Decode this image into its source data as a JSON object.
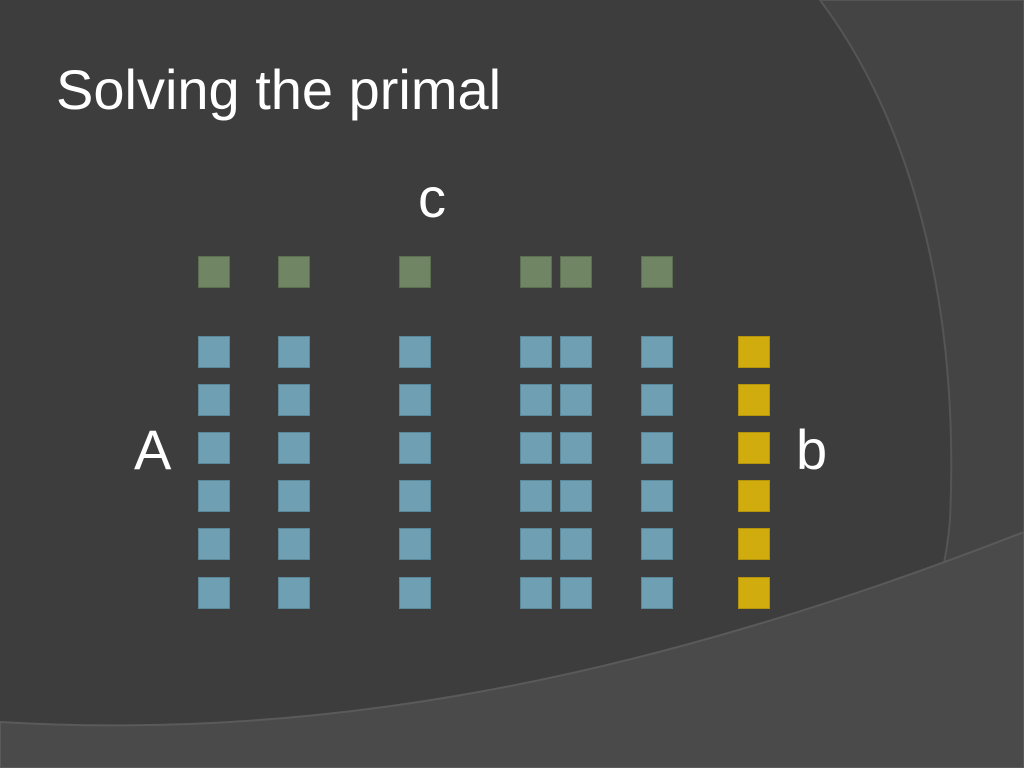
{
  "slide": {
    "title": "Solving the primal",
    "labels": {
      "c": "c",
      "A": "A",
      "b": "b"
    }
  },
  "colors": {
    "background": "#3d3d3d",
    "c_vector": "#708563",
    "A_matrix": "#6e9fb2",
    "b_vector": "#d0ac0f"
  },
  "diagram": {
    "c_entries": 6,
    "A_columns": 6,
    "A_rows": 6,
    "b_entries": 6
  }
}
